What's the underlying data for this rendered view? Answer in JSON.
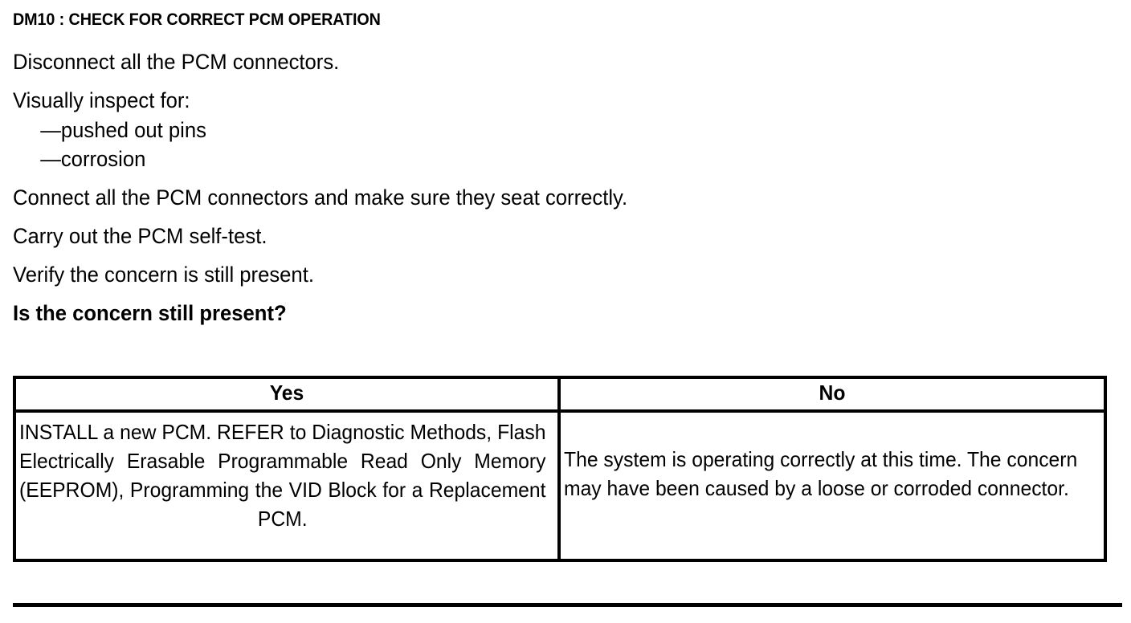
{
  "document": {
    "step_title": "DM10 : CHECK FOR CORRECT PCM OPERATION",
    "instructions": [
      "Disconnect all the PCM connectors.",
      "Visually inspect for:",
      "—pushed out pins",
      "—corrosion",
      "Connect all the PCM connectors and make sure they seat correctly.",
      "Carry out the PCM self-test.",
      "Verify the concern is still present.",
      "Is the concern still present?"
    ],
    "question": "Is the concern still present?"
  },
  "decision_table": {
    "headers": [
      "Yes",
      "No"
    ],
    "cells": {
      "yes": "INSTALL a new PCM. REFER to Diagnostic Methods, Flash Electrically Erasable Programmable Read Only Memory (EEPROM), Programming the VID Block for a Replacement PCM.",
      "no": "The system is operating correctly at this time. The concern may have been caused by a loose or corroded connector."
    }
  },
  "colors": {
    "text": "#000000",
    "background": "#ffffff",
    "rule": "#000000"
  }
}
